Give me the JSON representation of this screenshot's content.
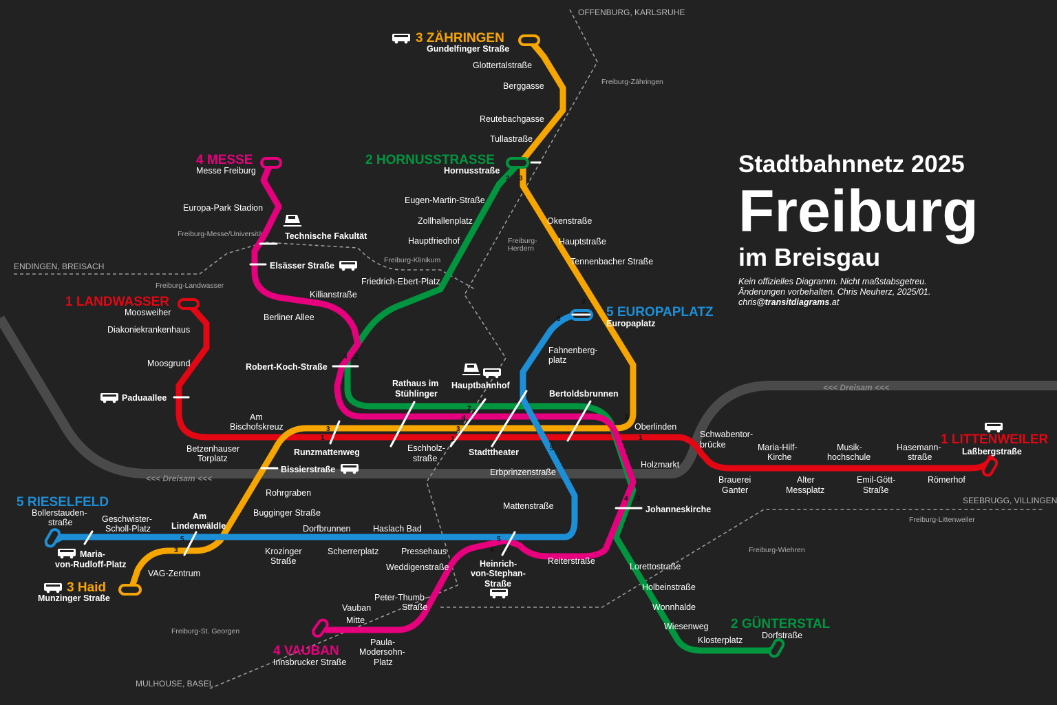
{
  "title": {
    "line1": "Stadtbahnnetz 2025",
    "line2": "Freiburg",
    "line3": "im Breisgau",
    "note1": "Kein offizielles Diagramm. Nicht maßstabsgetreu.",
    "note2": "Änderungen vorbehalten. Chris Neuherz, 2025/01.",
    "note3_a": "chris",
    "note3_b": "@transitdiagrams",
    "note3_c": ".at"
  },
  "colors": {
    "line1": "#e30613",
    "line2": "#009640",
    "line3": "#f7a600",
    "line4": "#e6007e",
    "line5": "#1d8fd6",
    "background": "#222222"
  },
  "termini": {
    "zaehringen": "3 ZÄHRINGEN",
    "hornusstrasse": "2 HORNUSSTRASSE",
    "messe": "4 MESSE",
    "landwasser": "1 LANDWASSER",
    "europaplatz": "5 EUROPAPLATZ",
    "littenweiler": "1 LITTENWEILER",
    "rieselfeld": "5 RIESELFELD",
    "haid": "3 Haid",
    "vauban": "4 VAUBAN",
    "guenterstal": "2 GÜNTERSTAL"
  },
  "stations": {
    "gundelfinger": "Gundelfinger Straße",
    "glottertal": "Glottertalstraße",
    "berggasse": "Berggasse",
    "reutebach": "Reutebachgasse",
    "tulla": "Tullastraße",
    "hornuss": "Hornusstraße",
    "eugen": "Eugen-Martin-Straße",
    "zollhallen": "Zollhallenplatz",
    "hauptfriedhof": "Hauptfriedhof",
    "friedrich": "Friedrich-Ebert-Platz",
    "okenstrasse": "Okenstraße",
    "hauptstrasse": "Hauptstraße",
    "tennenbacher": "Tennenbacher Straße",
    "messefreiburg": "Messe Freiburg",
    "europapark": "Europa-Park Stadion",
    "technische": "Technische Fakultät",
    "elsaesser": "Elsässer Straße",
    "killian": "Killianstraße",
    "berliner": "Berliner Allee",
    "robertkoch": "Robert-Koch-Straße",
    "moosweiher": "Moosweiher",
    "diakonie": "Diakoniekrankenhaus",
    "moosgrund": "Moosgrund",
    "paduaallee": "Paduaallee",
    "am": "Am",
    "bischofskreuz": "Bischofskreuz",
    "betzen1": "Betzenhauser",
    "betzen2": "Torplatz",
    "runzmatten": "Runzmattenweg",
    "rathaus1": "Rathaus im",
    "rathaus2": "Stühlinger",
    "hauptbahnhof": "Hauptbahnhof",
    "bertolds": "Bertoldsbrunnen",
    "eschholz1": "Eschholz-",
    "eschholz2": "straße",
    "stadttheater": "Stadttheater",
    "europaplatz": "Europaplatz",
    "fahnen1": "Fahnenberg-",
    "fahnen2": "platz",
    "oberlinden": "Oberlinden",
    "holzmarkt": "Holzmarkt",
    "schwaben1": "Schwabentor-",
    "schwaben2": "brücke",
    "brauerei1": "Brauerei",
    "brauerei2": "Ganter",
    "mariahilf1": "Maria-Hilf-",
    "mariahilf2": "Kirche",
    "altermess1": "Alter",
    "altermess2": "Messplatz",
    "musik1": "Musik-",
    "musik2": "hochschule",
    "emil1": "Emil-Gött-",
    "emil2": "Straße",
    "hasemann1": "Hasemann-",
    "hasemann2": "straße",
    "roemerhof": "Römerhof",
    "lassberg": "Laßbergstraße",
    "bissier": "Bissierstraße",
    "erbprinzen": "Erbprinzenstraße",
    "rohrgraben": "Rohrgraben",
    "buggingen": "Bugginger Straße",
    "matten": "Mattenstraße",
    "johannes": "Johanneskirche",
    "boller1": "Bollerstauden-",
    "boller2": "straße",
    "geschw1": "Geschwister-",
    "geschw2": "Scholl-Platz",
    "linden1": "Am",
    "linden2": "Lindenwäldle",
    "dorfbrunnen": "Dorfbrunnen",
    "haslach": "Haslach Bad",
    "maria1": "Maria-",
    "maria2": "von-Rudloff-Platz",
    "krozinger1": "Krozinger",
    "krozinger2": "Straße",
    "scherrer": "Scherrerplatz",
    "pressehaus": "Pressehaus",
    "weddigen": "Weddigenstraße",
    "heinrich1": "Heinrich-",
    "heinrich2": "von-Stephan-",
    "heinrich3": "Straße",
    "reiter": "Reiterstraße",
    "loretto": "Lorettostraße",
    "holbein": "Holbeinstraße",
    "wonnhalde": "Wonnhalde",
    "wiesen": "Wiesenweg",
    "kloster": "Klosterplatz",
    "dorfstrasse": "Dorfstraße",
    "vagzentrum": "VAG-Zentrum",
    "munzinger": "Munzinger Straße",
    "peter1": "Peter-Thumb-",
    "peter2": "Straße",
    "vauban1": "Vauban",
    "vauban2": "Mitte",
    "paula1": "Paula-",
    "paula2": "Modersohn-",
    "paula3": "Platz",
    "innsbrucker": "Innsbrucker Straße"
  },
  "rail": {
    "offenburg": "OFFENBURG, KARLSRUHE",
    "zaehringen": "Freiburg-Zähringen",
    "herdern1": "Freiburg-",
    "herdern2": "Herdern",
    "klinikum": "Freiburg-Klinikum",
    "messeuni": "Freiburg-Messe/Universität",
    "endingen": "ENDINGEN, BREISACH",
    "landwasser": "Freiburg-Landwasser",
    "seebrugg": "SEEBRUGG, VILLINGEN",
    "littenweiler": "Freiburg-Littenweiler",
    "wiehre": "Freiburg-Wiehren",
    "stgeorgen": "Freiburg-St. Georgen",
    "mulhouse": "MULHOUSE, BASEL"
  },
  "river": {
    "label1": "<<< Dreisam <<<",
    "label2": "<<< Dreisam <<<"
  },
  "line_numbers": [
    "1",
    "2",
    "3",
    "4",
    "5"
  ]
}
